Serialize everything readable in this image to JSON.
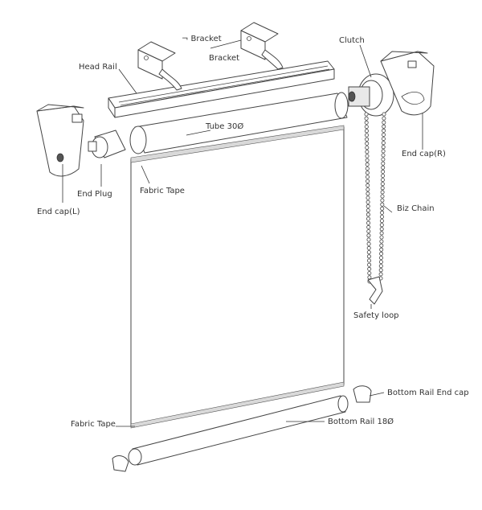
{
  "labels": {
    "bracket_top": "¬ Bracket",
    "bracket": "Bracket",
    "head_rail": "Head Rail",
    "clutch": "Clutch",
    "tube": "Tube 30Ø",
    "end_cap_r": "End cap(R)",
    "end_plug": "End Plug",
    "fabric_tape_top": "Fabric Tape",
    "end_cap_l": "End cap(L)",
    "biz_chain": "Biz Chain",
    "safety_loop": "Safety loop",
    "bottom_rail_end_cap": "Bottom Rail End cap",
    "fabric_tape_bottom": "Fabric Tape",
    "bottom_rail": "Bottom Rail 18Ø"
  },
  "colors": {
    "line": "#444444",
    "tape": "#d9d9d9",
    "background": "#ffffff"
  }
}
